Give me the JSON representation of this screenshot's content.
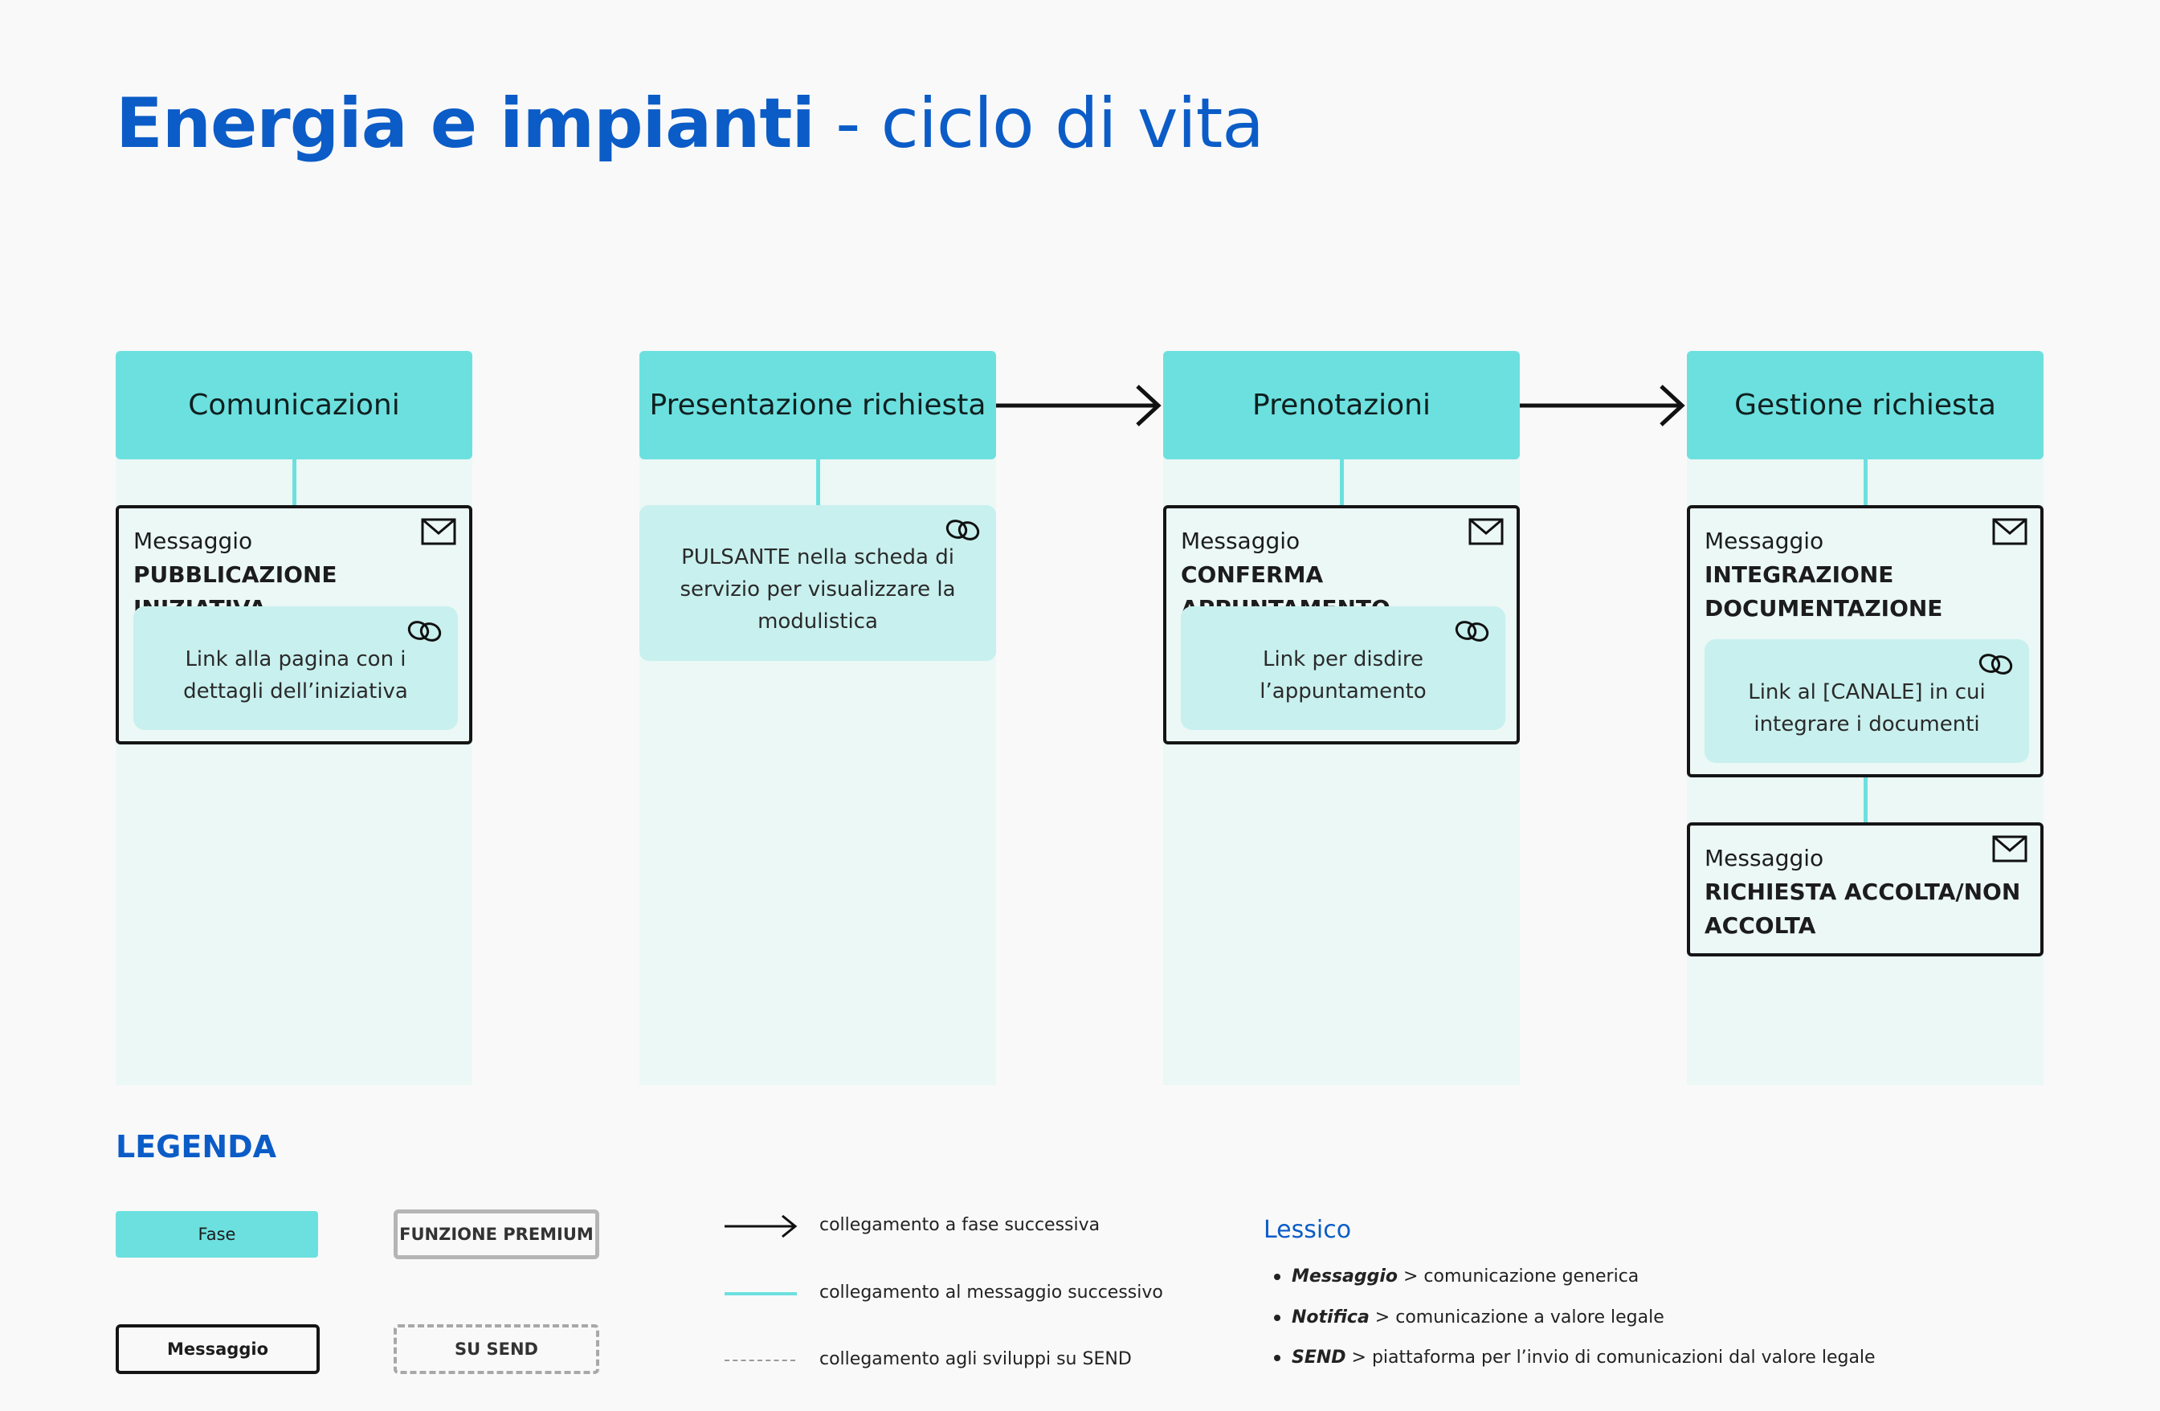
{
  "title": {
    "bold": "Energia e impianti",
    "rest": " - ciclo di vita"
  },
  "phases": [
    {
      "label": "Comunicazioni"
    },
    {
      "label": "Presentazione richiesta"
    },
    {
      "label": "Prenotazioni"
    },
    {
      "label": "Gestione richiesta"
    }
  ],
  "cards": {
    "pubblicazione": {
      "label": "Messaggio",
      "title": "PUBBLICAZIONE INIZIATIVA",
      "link_lines": [
        "Link alla pagina con i",
        "dettagli dell’iniziativa"
      ]
    },
    "pulsante": {
      "lines": [
        "PULSANTE nella scheda di",
        "servizio per visualizzare la",
        "modulistica"
      ]
    },
    "appuntamento": {
      "label": "Messaggio",
      "title": "CONFERMA APPUNTAMENTO",
      "link_lines": [
        "Link per disdire",
        "l’appuntamento"
      ]
    },
    "integrazione": {
      "label": "Messaggio",
      "title_lines": [
        "INTEGRAZIONE",
        "DOCUMENTAZIONE"
      ],
      "link_lines": [
        "Link al [CANALE] in cui",
        "integrare i documenti"
      ]
    },
    "accolta": {
      "label": "Messaggio",
      "title_lines": [
        "RICHIESTA ACCOLTA/NON",
        "ACCOLTA"
      ]
    }
  },
  "legend": {
    "title": "LEGENDA",
    "fase": "Fase",
    "premium": "FUNZIONE PREMIUM",
    "messaggio": "Messaggio",
    "su_send": "SU SEND",
    "arrow_desc": "collegamento a fase successiva",
    "line_desc": "collegamento al messaggio successivo",
    "dashed_desc": "collegamento agli sviluppi su SEND"
  },
  "lessico": {
    "title": "Lessico",
    "items": [
      {
        "term": "Messaggio",
        "sep": " > ",
        "desc": "comunicazione generica"
      },
      {
        "term": "Notifica",
        "sep": " > ",
        "desc": "comunicazione a valore legale"
      },
      {
        "term": "SEND",
        "sep": " > ",
        "desc": "piattaforma per  l’invio di comunicazioni dal valore legale"
      }
    ]
  },
  "colors": {
    "title_blue": "#0b5cc7",
    "phase_teal": "#6ce0df",
    "column_bg": "#ebf8f6",
    "link_box": "#c8f0ee"
  },
  "icons": [
    "mail-icon",
    "link-chain-icon",
    "arrow-right-icon"
  ]
}
